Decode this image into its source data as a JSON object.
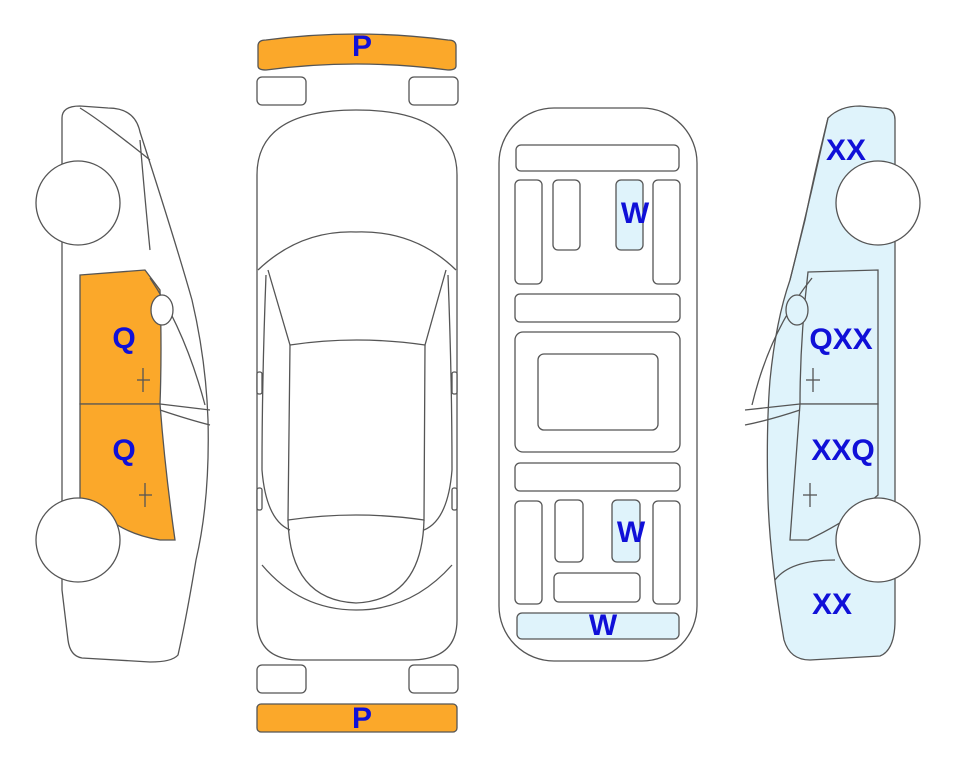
{
  "colors": {
    "outline": "#555555",
    "painted": "#FBA82A",
    "replaced": "#DFF3FB",
    "label": "#1010D8",
    "background": "#FFFFFF"
  },
  "legend_semantics": {
    "P": "painted",
    "Q": "painted",
    "W": "replaced",
    "XX": "replaced",
    "QXX": "replaced",
    "XXQ": "replaced"
  },
  "views": {
    "left_side": {
      "rear_door_label": "Q",
      "front_door_label": "Q"
    },
    "top": {
      "front_bumper_label": "P",
      "rear_bumper_label": "P"
    },
    "floor": {
      "front_label": "W",
      "rear_label": "W",
      "rear_panel_label": "W"
    },
    "right_side": {
      "front_fender_label": "XX",
      "front_door_label": "QXX",
      "rear_door_label": "XXQ",
      "rear_quarter_label": "XX"
    }
  }
}
